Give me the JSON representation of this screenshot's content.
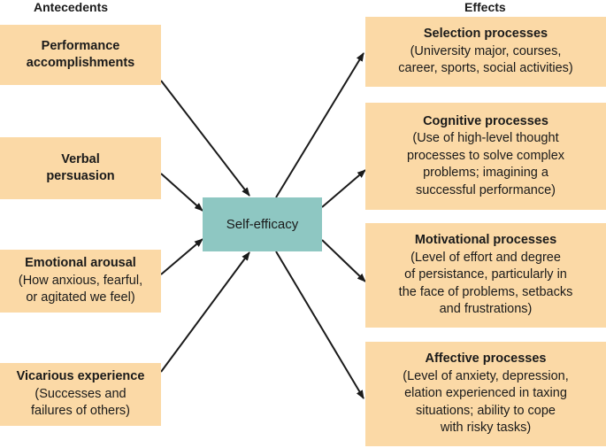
{
  "headings": {
    "antecedents": "Antecedents",
    "effects": "Effects"
  },
  "center": {
    "label": "Self-efficacy"
  },
  "antecedents": [
    {
      "title": "Performance\naccomplishments",
      "desc": ""
    },
    {
      "title": "Verbal\npersuasion",
      "desc": ""
    },
    {
      "title": "Emotional arousal",
      "desc": "(How anxious, fearful,\nor agitated we feel)"
    },
    {
      "title": "Vicarious experience",
      "desc": "(Successes and\nfailures of others)"
    }
  ],
  "effects": [
    {
      "title": "Selection processes",
      "desc": "(University major, courses,\ncareer, sports, social activities)"
    },
    {
      "title": "Cognitive processes",
      "desc": "(Use of high-level thought\nprocesses to solve complex\nproblems; imagining a\nsuccessful performance)"
    },
    {
      "title": "Motivational processes",
      "desc": "(Level of effort and degree\nof persistance, particularly in\nthe face of problems, setbacks\nand frustrations)"
    },
    {
      "title": "Affective processes",
      "desc": "(Level of anxiety, depression,\nelation experienced in taxing\nsituations; ability to cope\nwith risky tasks)"
    }
  ],
  "colors": {
    "box_fill": "#fbd9a6",
    "center_fill": "#8ec7c2",
    "arrow": "#1a1a1a"
  }
}
